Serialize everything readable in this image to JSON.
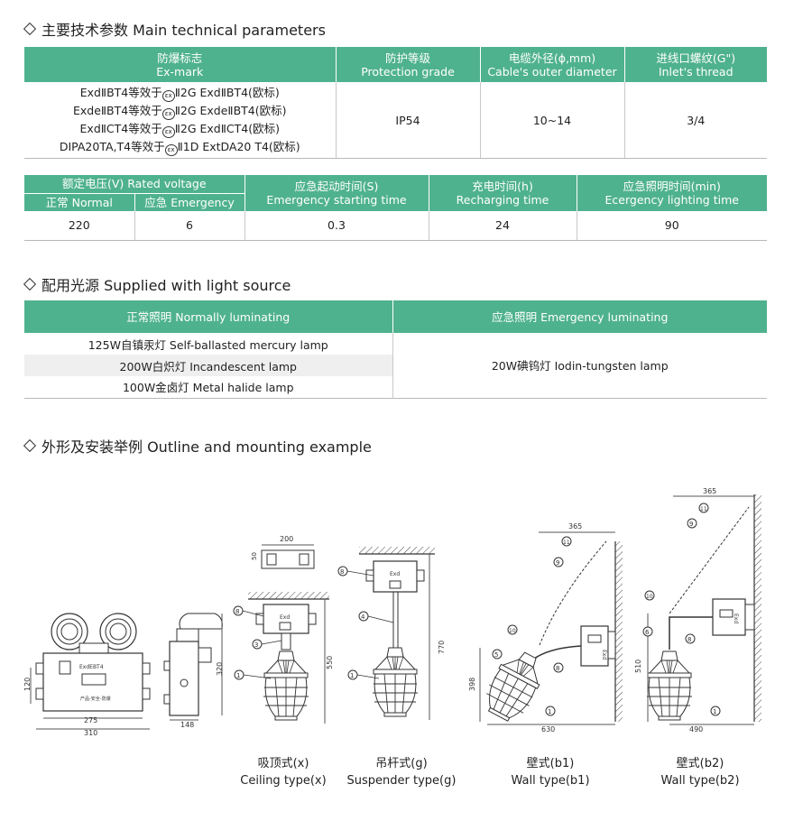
{
  "sections": {
    "main_params": "主要技术参数 Main technical parameters",
    "light_source": "配用光源 Supplied with light source",
    "outline": "外形及安装举例 Outline and mounting example"
  },
  "table1": {
    "headers": [
      {
        "cn": "防爆标志",
        "en": "Ex-mark"
      },
      {
        "cn": "防护等级",
        "en": "Protection grade"
      },
      {
        "cn": "电缆外径(ϕ,mm)",
        "en": "Cable's outer diameter"
      },
      {
        "cn": "进线口螺纹(G\")",
        "en": "Inlet's thread"
      }
    ],
    "ex_marks": [
      {
        "pre": "ExdⅡBT4等效于",
        "post": "Ⅱ2G ExdⅡBT4(欧标)"
      },
      {
        "pre": "ExdeⅡBT4等效于",
        "post": "Ⅱ2G ExdeⅡBT4(欧标)"
      },
      {
        "pre": "ExdⅡCT4等效于",
        "post": "Ⅱ2G ExdⅡCT4(欧标)"
      },
      {
        "pre": "DIPA20TA,T4等效于",
        "post": "Ⅱ1D ExtDA20 T4(欧标)"
      }
    ],
    "ex_symbol": "εx",
    "protection": "IP54",
    "cable": "10~14",
    "thread": "3/4"
  },
  "table2": {
    "rated_voltage": "额定电压(V) Rated voltage",
    "normal": "正常 Normal",
    "emergency": "应急 Emergency",
    "start_cn": "应急起动时间(S)",
    "start_en": "Emergency starting time",
    "recharge_cn": "充电时间(h)",
    "recharge_en": "Recharging time",
    "light_cn": "应急照明时间(min)",
    "light_en": "Ecergency lighting time",
    "values": {
      "normal": "220",
      "emergency": "6",
      "start": "0.3",
      "recharge": "24",
      "light": "90"
    }
  },
  "table3": {
    "normal_header": "正常照明 Normally luminating",
    "emergency_header": "应急照明 Emergency luminating",
    "normal_rows": [
      "125W自镇汞灯 Self-ballasted mercury lamp",
      "200W白炽灯 Incandescent lamp",
      "100W金卤灯 Metal halide lamp"
    ],
    "emergency_value": "20W碘钨灯 Iodin-tungsten lamp"
  },
  "drawings": {
    "front_dims": {
      "width_inner": "275",
      "width_outer": "310",
      "height": "120",
      "plate": "ExdEBT4",
      "tag": "产品-安全-防爆"
    },
    "side_dims": {
      "depth": "148",
      "height": "320"
    },
    "ceiling": {
      "w": "200",
      "h": "50",
      "total": "550",
      "parts": [
        "8",
        "3",
        "1"
      ],
      "box_label": "Exd"
    },
    "suspender": {
      "total": "770",
      "parts": [
        "8",
        "4",
        "1"
      ],
      "box_label": "Exd"
    },
    "wall_b1": {
      "top": "365",
      "height": "398",
      "bottom": "630",
      "parts": [
        "11",
        "9",
        "10",
        "5",
        "8",
        "1"
      ],
      "box_label": "Exd"
    },
    "wall_b2": {
      "top": "365",
      "height": "510",
      "bottom": "490",
      "parts": [
        "11",
        "9",
        "10",
        "6",
        "8",
        "1"
      ],
      "box_label": "Exd"
    }
  },
  "captions": [
    {
      "cn": "吸顶式(x)",
      "en": "Ceiling type(x)"
    },
    {
      "cn": "吊杆式(g)",
      "en": "Suspender type(g)"
    },
    {
      "cn": "壁式(b1)",
      "en": "Wall type(b1)"
    },
    {
      "cn": "壁式(b2)",
      "en": "Wall type(b2)"
    }
  ]
}
